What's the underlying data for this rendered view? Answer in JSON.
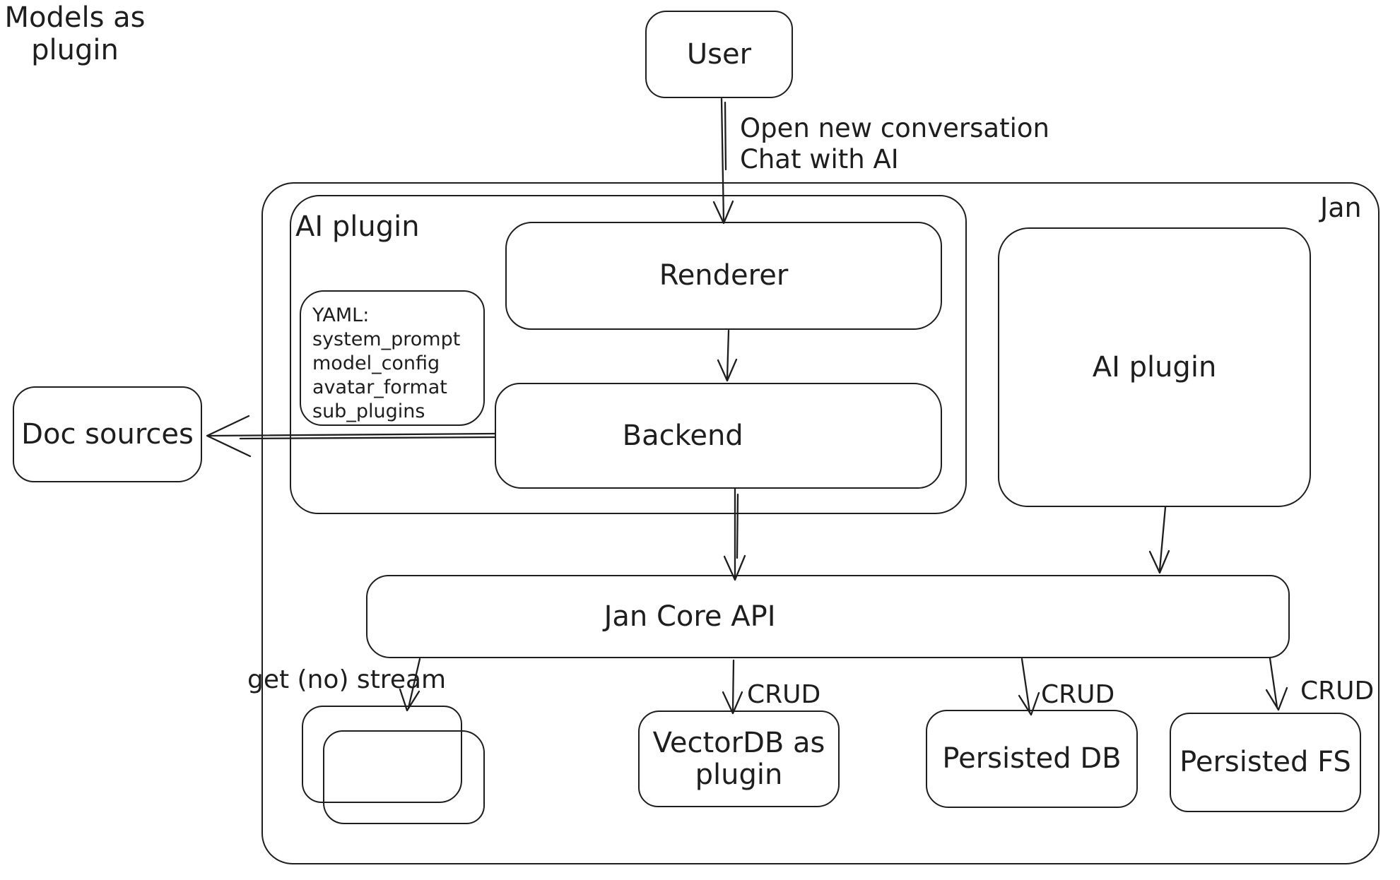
{
  "diagram": {
    "container_label": "Jan",
    "nodes": {
      "user": "User",
      "ai_plugin_group": "AI plugin",
      "yaml_note": {
        "lines": [
          "YAML:",
          "system_prompt",
          "model_config",
          "avatar_format",
          "sub_plugins"
        ]
      },
      "renderer": "Renderer",
      "backend": "Backend",
      "doc_sources": "Doc sources",
      "ai_plugin_box": "AI plugin",
      "jan_core_api": "Jan Core API",
      "models_as_plugin": "Models as plugin",
      "vectordb_as_plugin": "VectorDB as plugin",
      "persisted_db": "Persisted DB",
      "persisted_fs": "Persisted FS"
    },
    "edge_labels": {
      "user_line1": "Open new conversation",
      "user_line2": "Chat with AI",
      "models": "get (no) stream",
      "vectordb": "CRUD",
      "persisted_db": "CRUD",
      "persisted_fs": "CRUD"
    },
    "colors": {
      "stroke": "#1e1e1e",
      "canvas": "#ffffff"
    }
  }
}
